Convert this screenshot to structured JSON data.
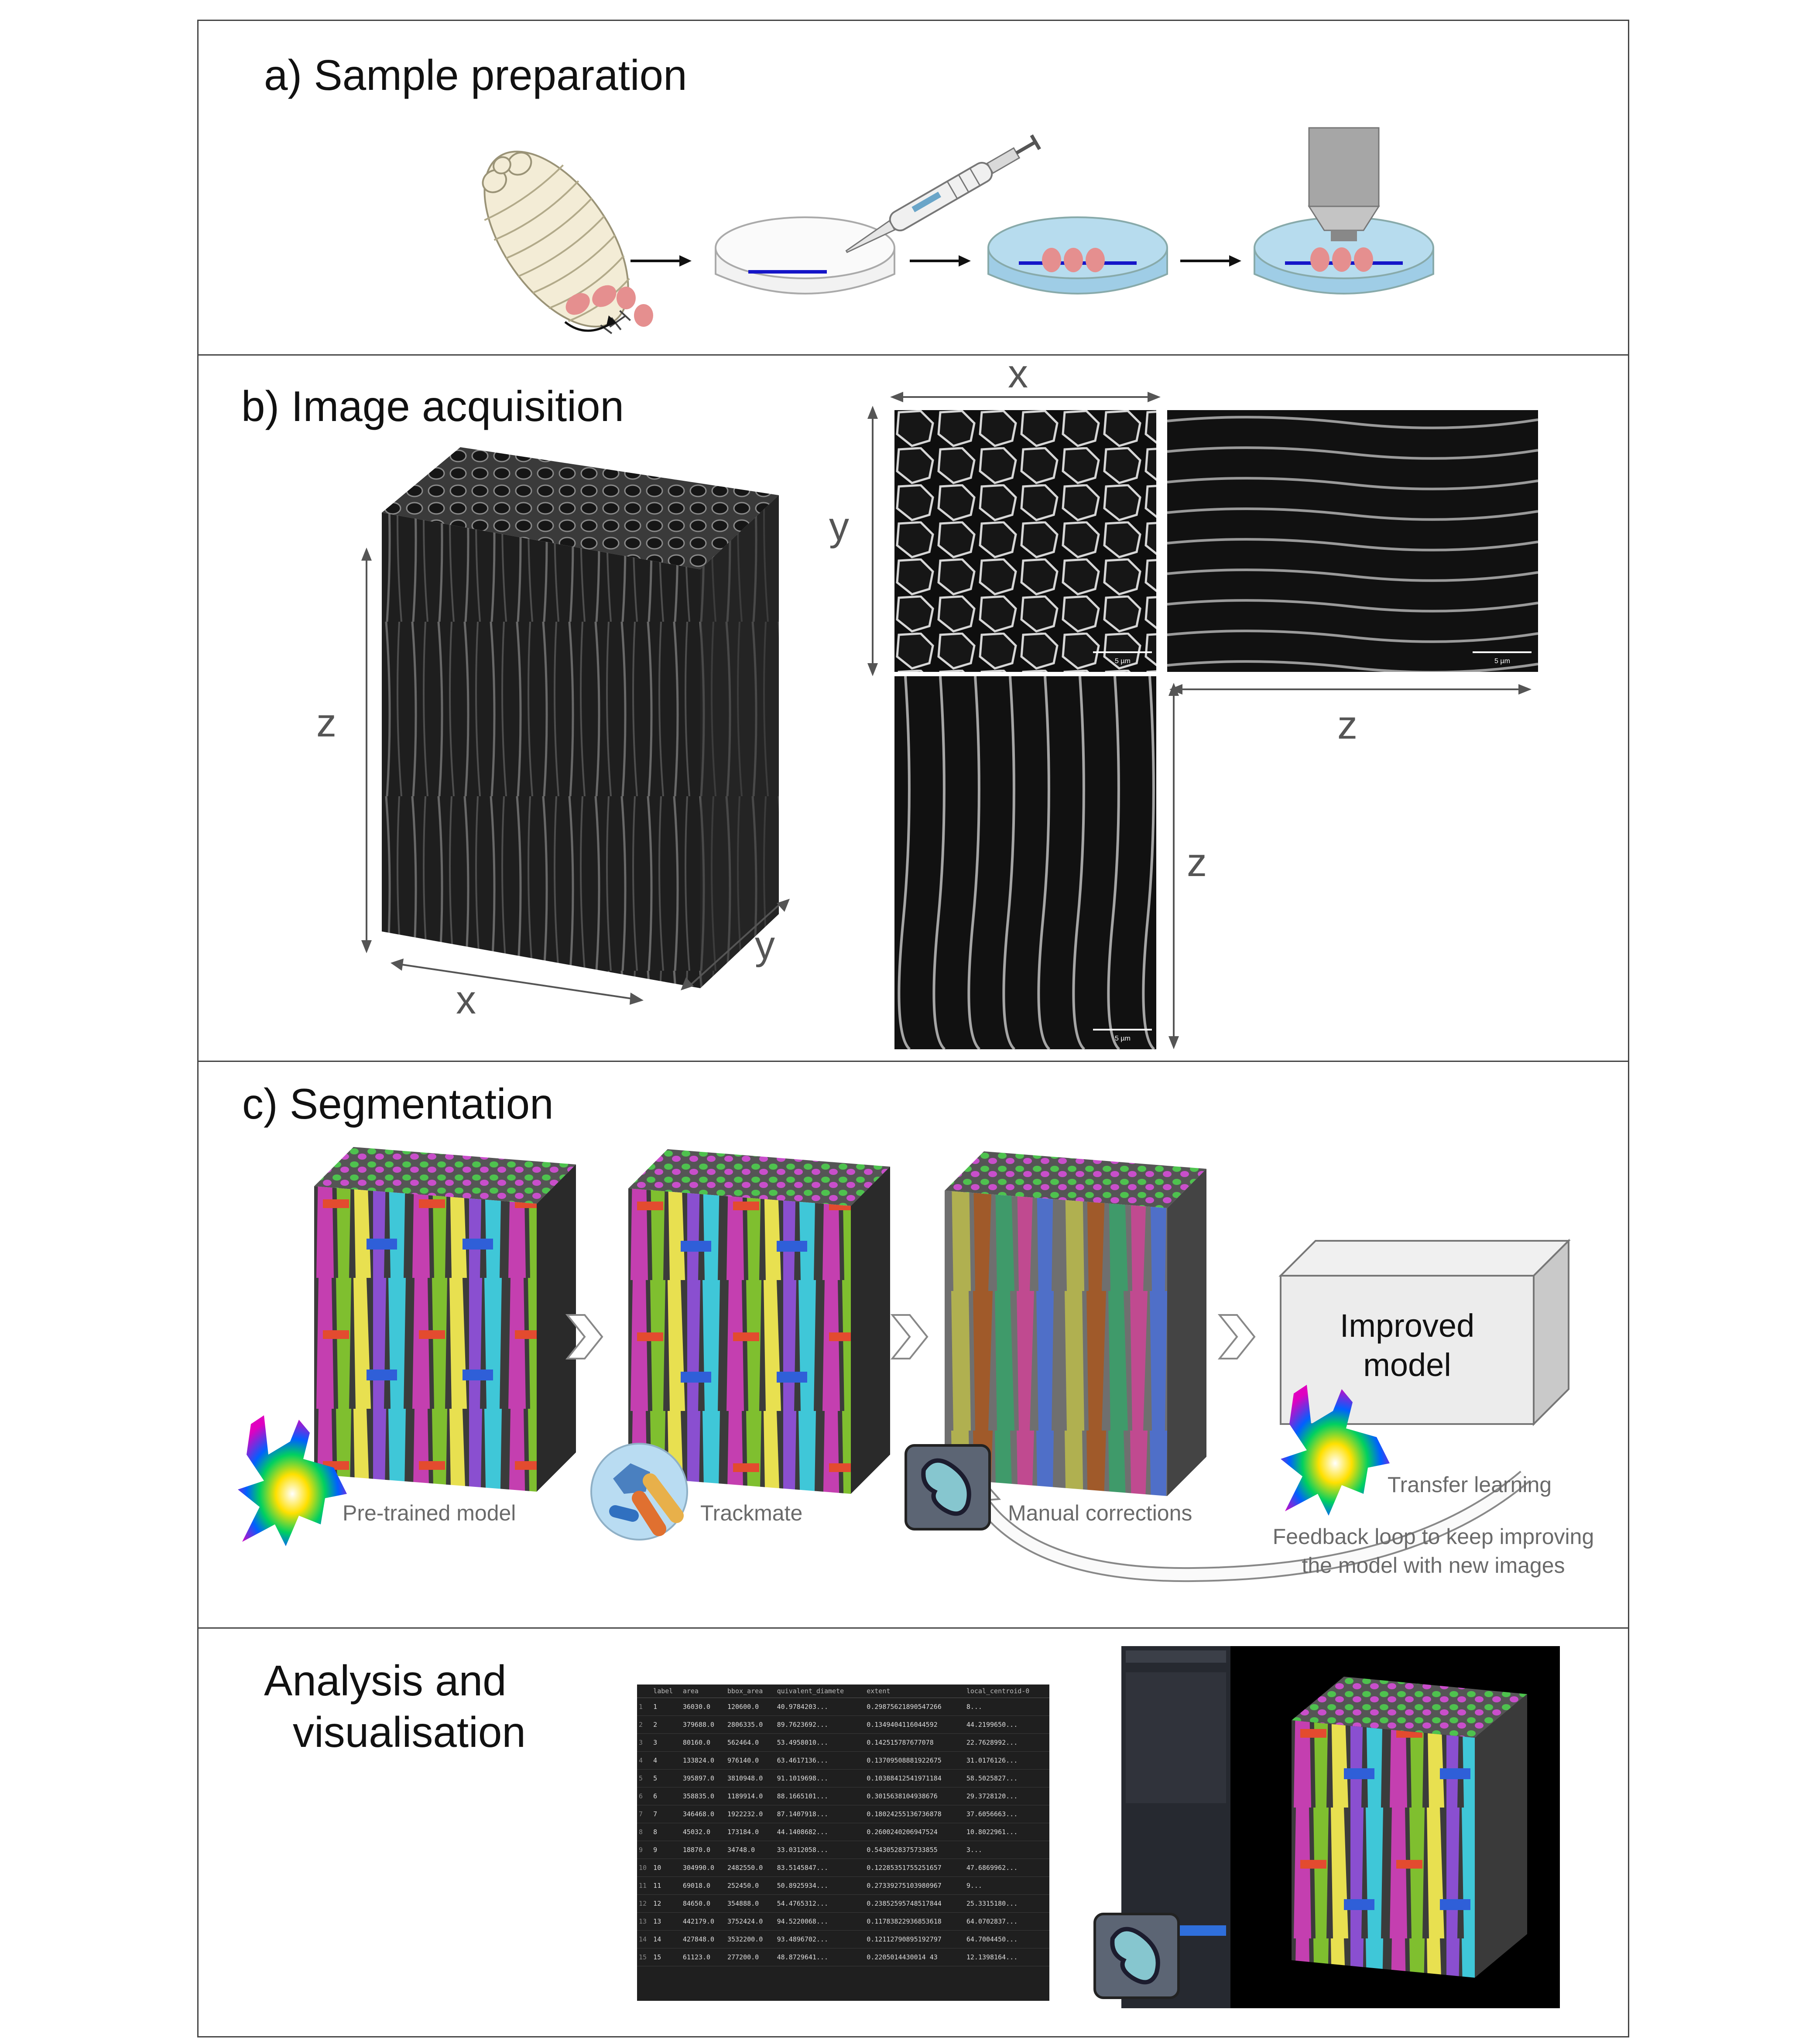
{
  "panels": {
    "a": {
      "title": "a) Sample preparation"
    },
    "b": {
      "title": "b) Image acquisition",
      "cube_axes": {
        "z": "z",
        "x": "x",
        "y": "y"
      },
      "ortho_axes": {
        "x_top": "x",
        "y_left": "y",
        "z_right": "z",
        "z_lower": "z"
      },
      "scalebar": "5 µm"
    },
    "c": {
      "title": "c) Segmentation",
      "improved_model": [
        "Improved",
        "model"
      ],
      "captions": {
        "pretrained": "Pre-trained model",
        "trackmate": "Trackmate",
        "manual": "Manual corrections",
        "transfer": "Transfer learning",
        "feedback": [
          "Feedback loop to keep improving",
          "the model with new images"
        ]
      }
    },
    "d": {
      "title": [
        "Analysis and",
        "visualisation"
      ],
      "table": {
        "headers": [
          "",
          "label",
          "area",
          "bbox_area",
          "quivalent_diamete",
          "extent",
          "local_centroid-0"
        ],
        "rows": [
          [
            "1",
            "1",
            "36030.0",
            "120600.0",
            "40.9784203...",
            "0.29875621890547266",
            "8..."
          ],
          [
            "2",
            "2",
            "379688.0",
            "2806335.0",
            "89.7623692...",
            "0.1349404116044592",
            "44.2199650..."
          ],
          [
            "3",
            "3",
            "80160.0",
            "562464.0",
            "53.4958010...",
            "0.142515787677078",
            "22.7628992..."
          ],
          [
            "4",
            "4",
            "133824.0",
            "976140.0",
            "63.4617136...",
            "0.13709508881922675",
            "31.0176126..."
          ],
          [
            "5",
            "5",
            "395897.0",
            "3810948.0",
            "91.1019698...",
            "0.10388412541971184",
            "58.5025827..."
          ],
          [
            "6",
            "6",
            "358835.0",
            "1189914.0",
            "88.1665101...",
            "0.3015638104938676",
            "29.3728120..."
          ],
          [
            "7",
            "7",
            "346468.0",
            "1922232.0",
            "87.1407918...",
            "0.18024255136736878",
            "37.6056663..."
          ],
          [
            "8",
            "8",
            "45032.0",
            "173184.0",
            "44.1408682...",
            "0.2600240206947524",
            "10.8022961..."
          ],
          [
            "9",
            "9",
            "18870.0",
            "34748.0",
            "33.0312058...",
            "0.5430528375733855",
            "3..."
          ],
          [
            "10",
            "10",
            "304990.0",
            "2482550.0",
            "83.5145847...",
            "0.12285351755251657",
            "47.6869962..."
          ],
          [
            "11",
            "11",
            "69018.0",
            "252450.0",
            "50.8925934...",
            "0.27339275103980967",
            "9..."
          ],
          [
            "12",
            "12",
            "84650.0",
            "354888.0",
            "54.4765312...",
            "0.23852595748517844",
            "25.3315180..."
          ],
          [
            "13",
            "13",
            "442179.0",
            "3752424.0",
            "94.5220068...",
            "0.11783822936853618",
            "64.0702837..."
          ],
          [
            "14",
            "14",
            "427848.0",
            "3532200.0",
            "93.4896702...",
            "0.12112790895192797",
            "64.7004450..."
          ],
          [
            "15",
            "15",
            "61123.0",
            "277200.0",
            "48.8729641...",
            "0.2205014430014 43",
            "12.1398164..."
          ]
        ]
      }
    }
  },
  "icons": [
    "drosophila-larva-icon",
    "petri-dish-icon",
    "pipette-icon",
    "microscope-objective-icon",
    "cellpose-logo-icon",
    "trackmate-logo-icon",
    "napari-logo-icon"
  ],
  "colors": {
    "border": "#444444",
    "dish_blue": "#a9d4ea",
    "line_blue": "#1515c8",
    "tissue_pink": "#e58f8f"
  }
}
